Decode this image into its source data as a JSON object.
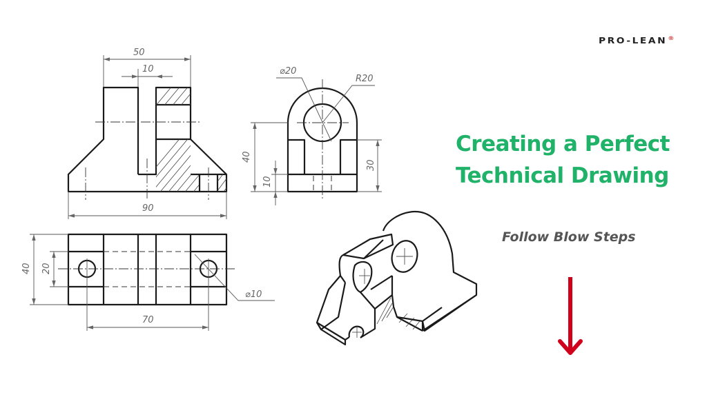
{
  "brand": {
    "logo_text": "PRO-LEAN",
    "registered_mark": "®",
    "logo_color": "#222222",
    "mark_color": "#d23a3a"
  },
  "hero": {
    "title_line1": "Creating a Perfect",
    "title_line2": "Technical Drawing",
    "title_color": "#1fb268",
    "subtitle": "Follow Blow Steps",
    "subtitle_color": "#555555",
    "arrow_icon": "arrow-down-icon",
    "arrow_color": "#d0021b"
  },
  "drawing": {
    "front_view": {
      "dims": {
        "top_width": "50",
        "slot_width": "10",
        "base_width": "90"
      }
    },
    "side_view": {
      "dims": {
        "hole_diameter": "⌀20",
        "radius": "R20",
        "height_to_center": "40",
        "base_height": "10",
        "slot_height": "30"
      }
    },
    "top_view": {
      "dims": {
        "total_depth": "40",
        "hole_spacing_v": "20",
        "hole_center_distance": "70",
        "hole_diameter": "⌀10"
      }
    },
    "isometric_view": {
      "label": ""
    }
  }
}
